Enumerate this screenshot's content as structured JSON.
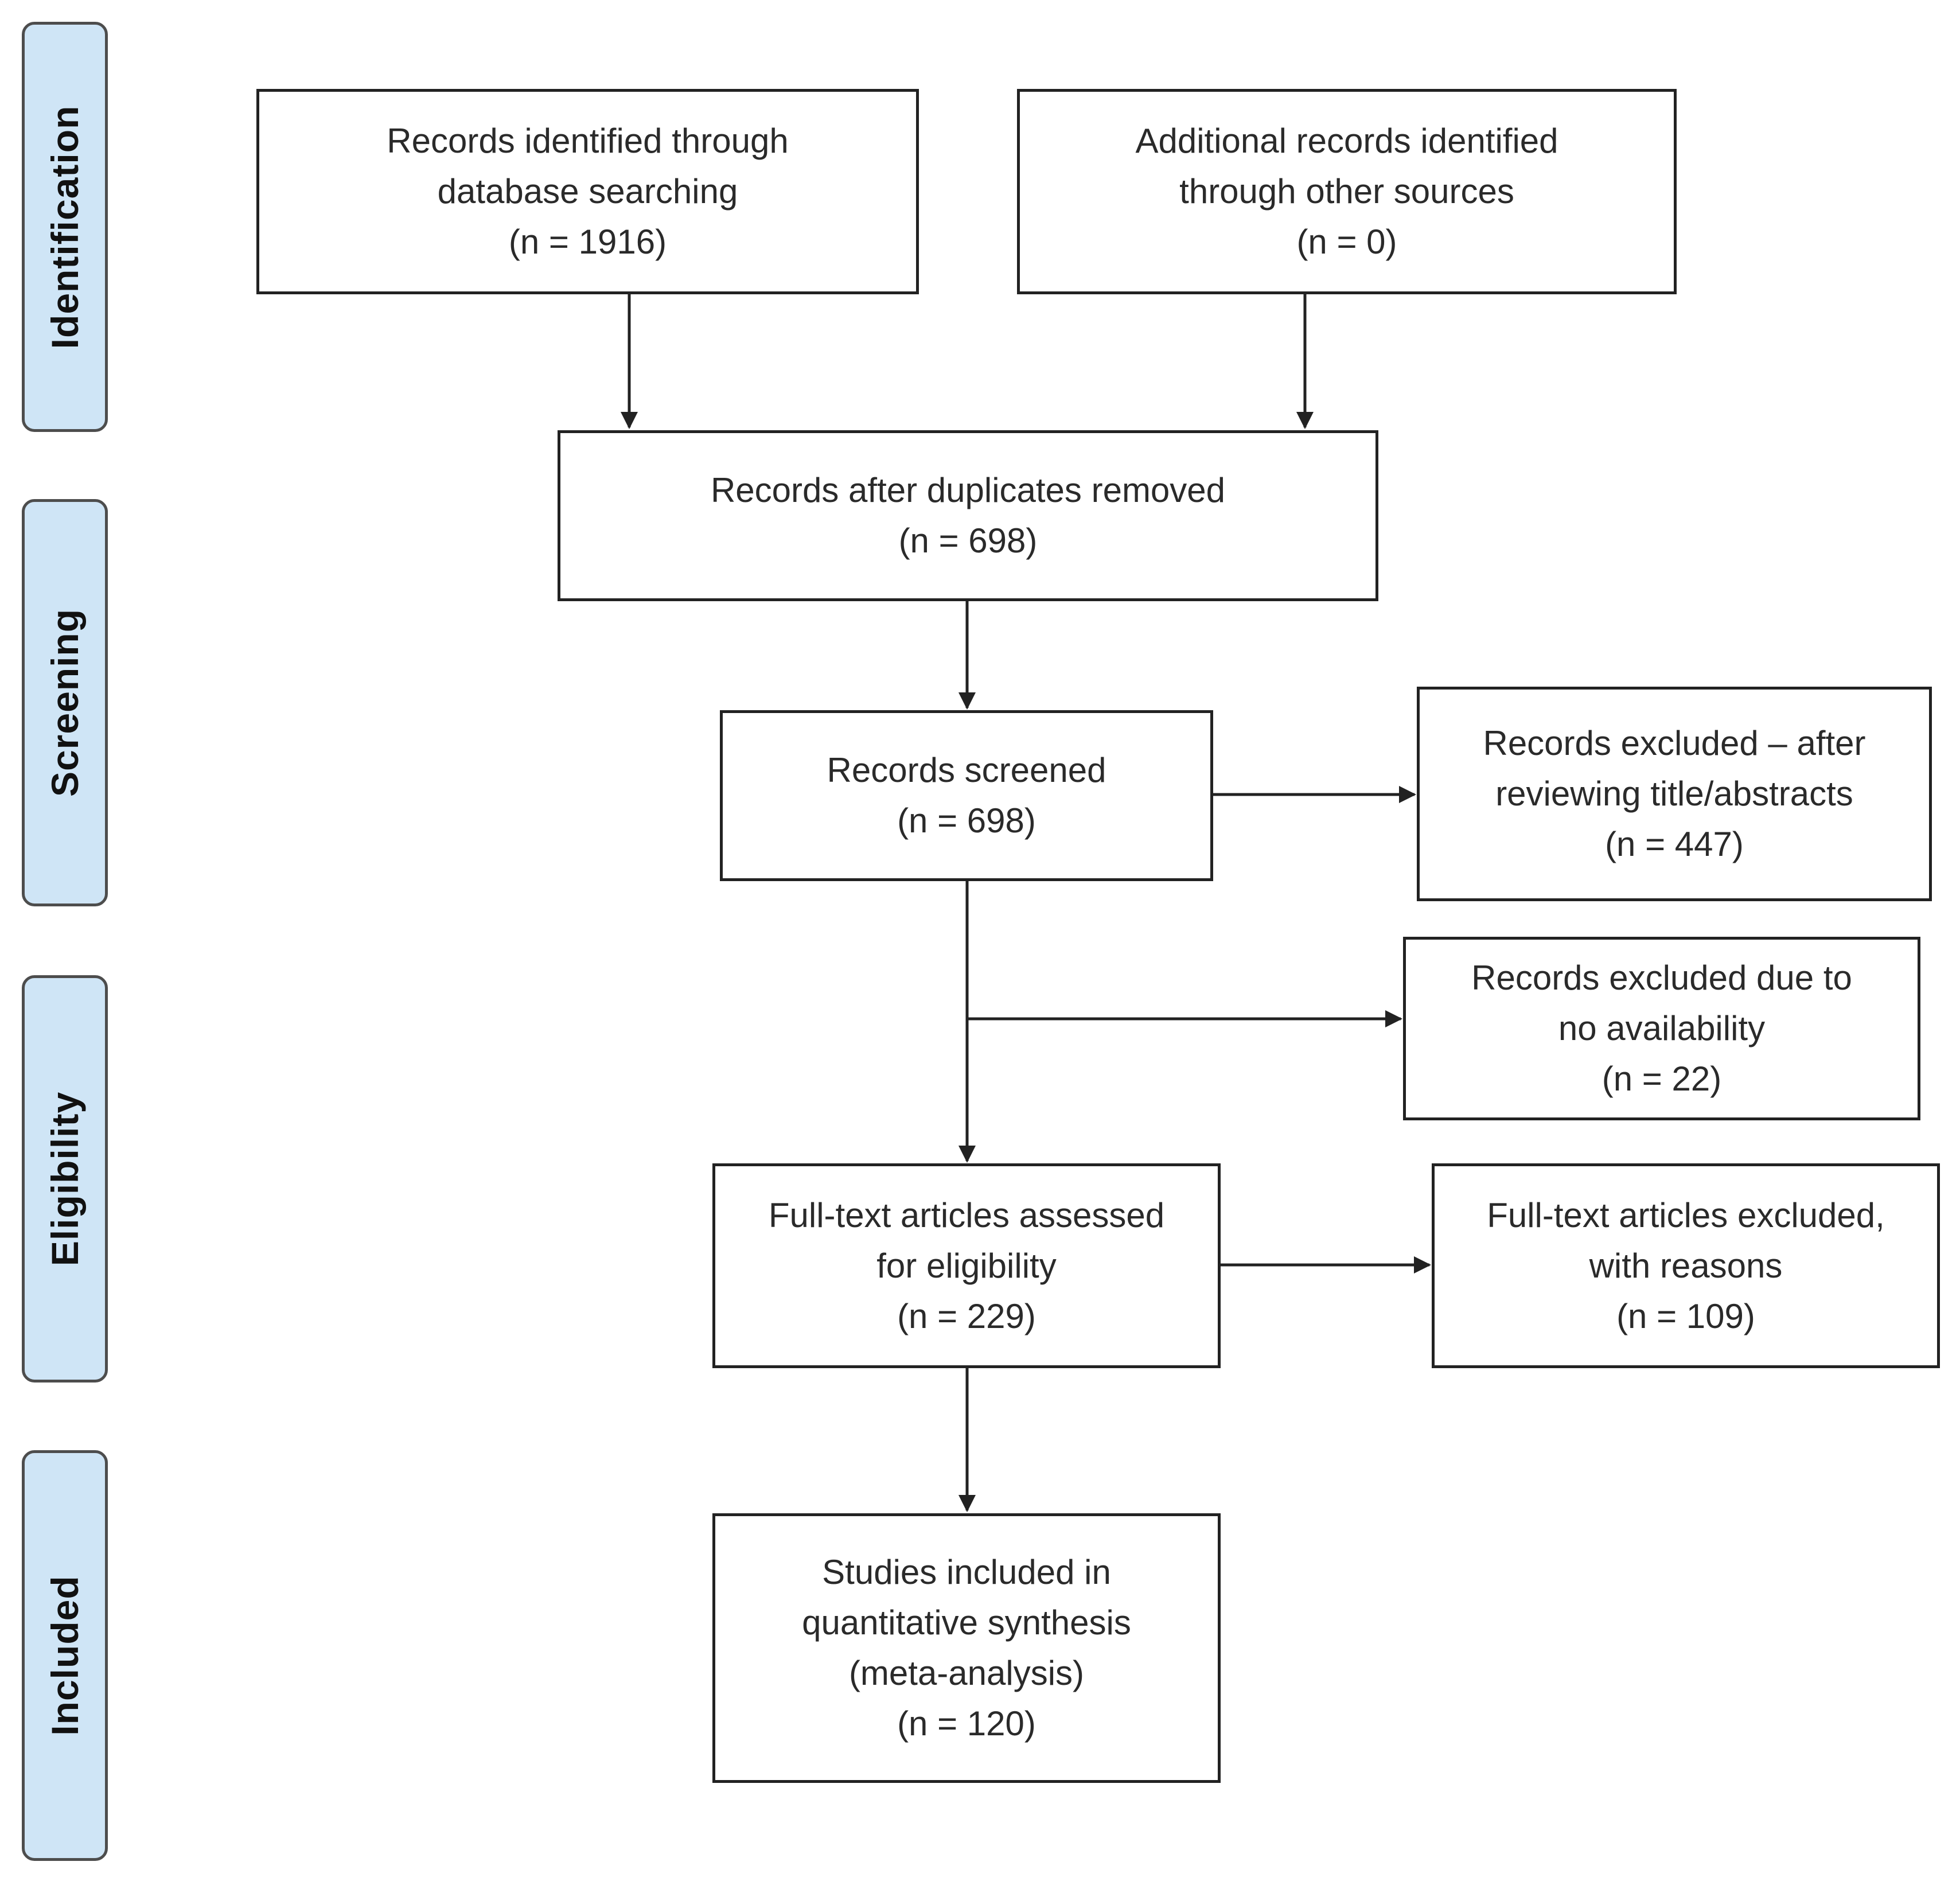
{
  "phases": {
    "identification": "Identification",
    "screening": "Screening",
    "eligibility": "Eligibility",
    "included": "Included"
  },
  "boxes": {
    "database_records": {
      "line1": "Records identified through",
      "line2": "database searching",
      "line3": "(n = 1916)"
    },
    "other_records": {
      "line1": "Additional records identified",
      "line2": "through other sources",
      "line3": "(n = 0)"
    },
    "duplicates_removed": {
      "line1": "Records after duplicates removed",
      "line2": "(n = 698)"
    },
    "screened": {
      "line1": "Records screened",
      "line2": "(n = 698)"
    },
    "excluded_title_abstract": {
      "line1": "Records excluded – after",
      "line2": "reviewing title/abstracts",
      "line3": "(n = 447)"
    },
    "excluded_availability": {
      "line1": "Records excluded due to",
      "line2": "no availability",
      "line3": "(n = 22)"
    },
    "fulltext_assessed": {
      "line1": "Full-text articles assessed",
      "line2": "for eligibility",
      "line3": "(n = 229)"
    },
    "fulltext_excluded": {
      "line1": "Full-text articles excluded,",
      "line2": "with reasons",
      "line3": "(n = 109)"
    },
    "included_studies": {
      "line1": "Studies included in",
      "line2": "quantitative synthesis",
      "line3": "(meta-analysis)",
      "line4": "(n = 120)"
    }
  },
  "colors": {
    "phase_fill": "#cfe5f6",
    "phase_border": "#4d4d4d",
    "box_border": "#222222",
    "arrow": "#222222"
  }
}
